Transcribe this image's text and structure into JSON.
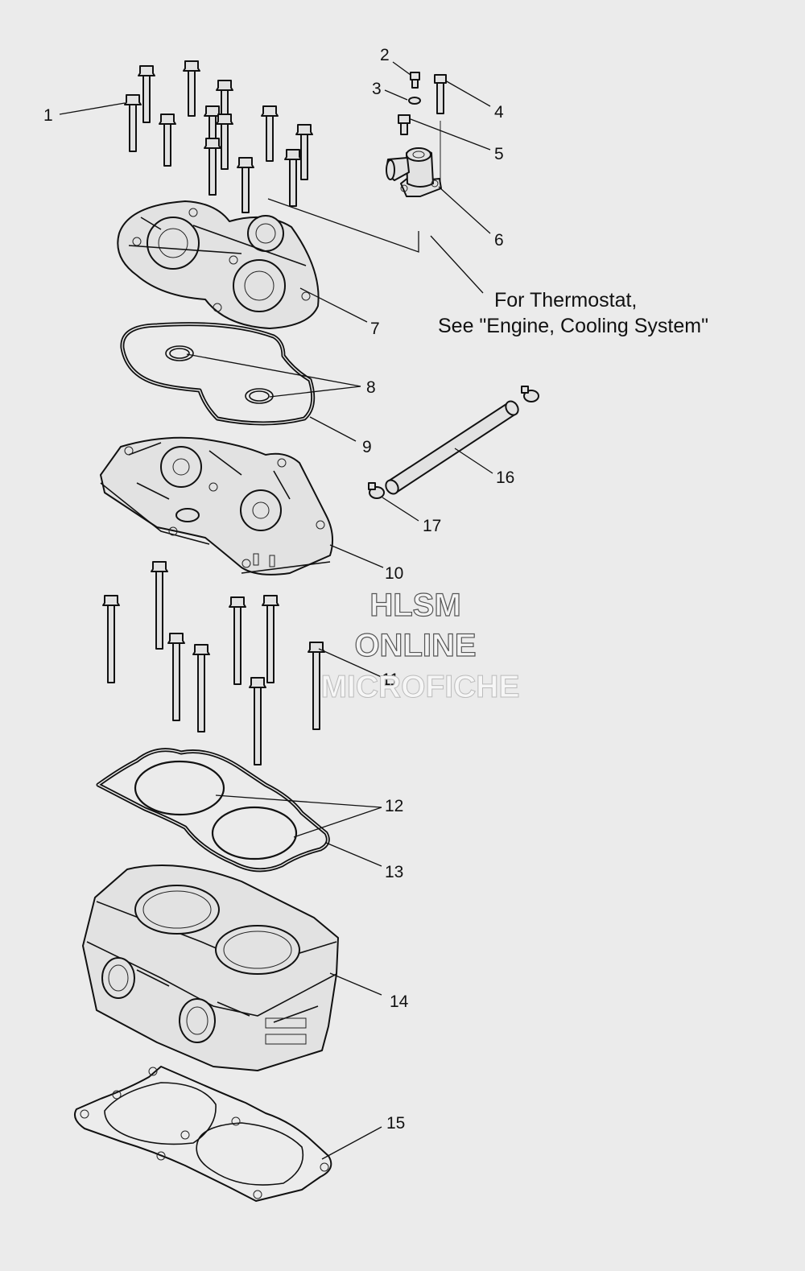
{
  "diagram": {
    "callouts": {
      "c1": "1",
      "c2": "2",
      "c3": "3",
      "c4": "4",
      "c5": "5",
      "c6": "6",
      "c7": "7",
      "c8": "8",
      "c9": "9",
      "c10": "10",
      "c11": "11",
      "c12": "12",
      "c13": "13",
      "c14": "14",
      "c15": "15",
      "c16": "16",
      "c17": "17"
    },
    "note": {
      "line1": "For Thermostat,",
      "line2": "See \"Engine, Cooling System\""
    },
    "watermark": {
      "line1": "HLSM",
      "line2": "ONLINE",
      "line3": "MICROFICHE"
    }
  },
  "colors": {
    "background": "#ebebeb",
    "line": "#111111",
    "part_fill": "#e2e2e2"
  }
}
